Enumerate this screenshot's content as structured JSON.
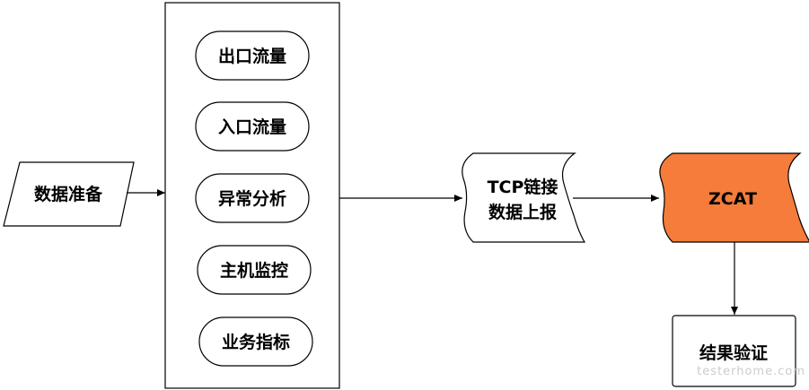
{
  "nodes": {
    "data_prep": "数据准备",
    "outbound_traffic": "出口流量",
    "inbound_traffic": "入口流量",
    "anomaly_analysis": "异常分析",
    "host_monitoring": "主机监控",
    "business_metrics": "业务指标",
    "tcp_report_line1": "TCP链接",
    "tcp_report_line2": "数据上报",
    "zcat": "ZCAT",
    "result_verification": "结果验证"
  },
  "watermark": "testerhome.com",
  "colors": {
    "zcat_fill": "#f57c3a",
    "stroke": "#000000",
    "background": "#ffffff"
  }
}
